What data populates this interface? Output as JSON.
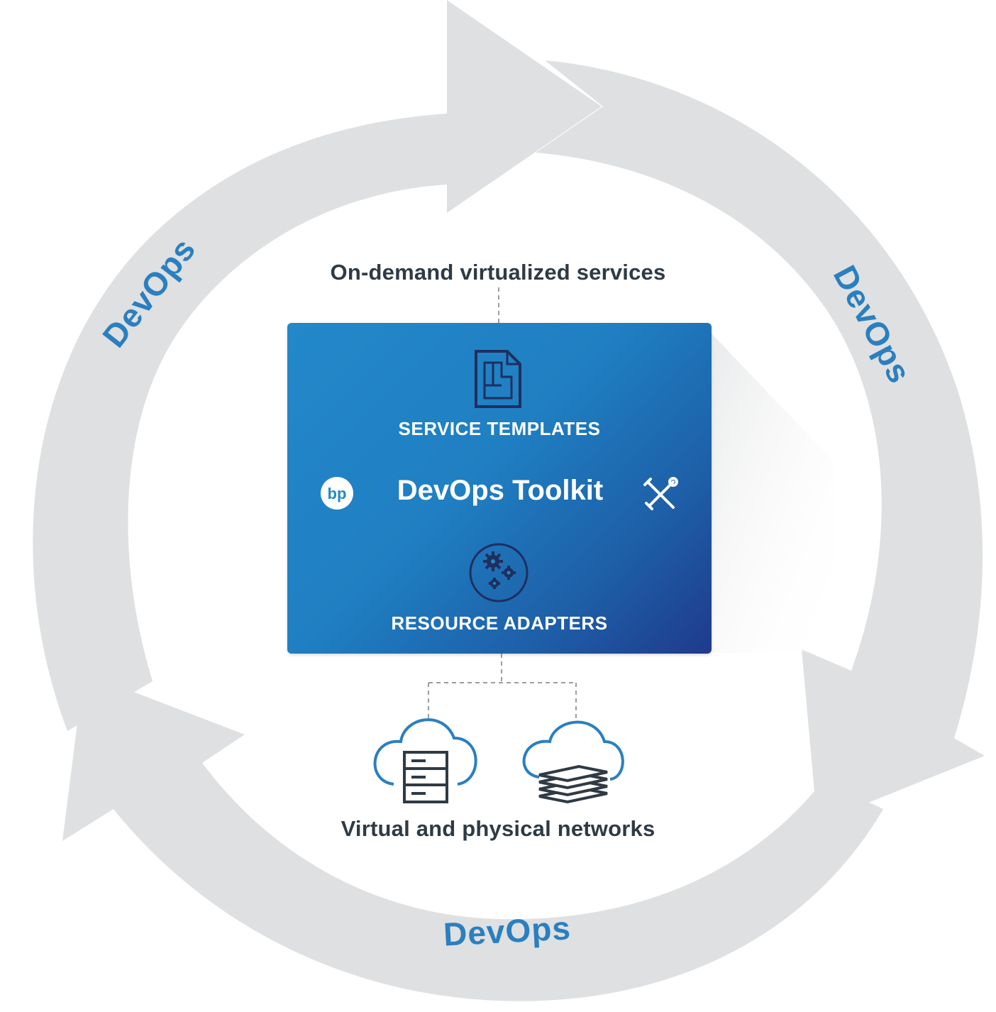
{
  "top_label": "On-demand virtualized services",
  "bottom_label": "Virtual and physical networks",
  "cycle": {
    "labels": [
      "DevOps",
      "DevOps",
      "DevOps"
    ],
    "arrow_color": "#dfe0e1",
    "label_color": "#2a7fc0"
  },
  "card": {
    "service_label": "SERVICE TEMPLATES",
    "title": "DevOps Toolkit",
    "resource_label": "RESOURCE ADAPTERS",
    "logo_text": "bp",
    "colors": [
      "#2388c9",
      "#1f3a8c"
    ]
  },
  "icons": {
    "service": "document-template-icon",
    "tools": "tools-icon",
    "gears": "gears-icon",
    "cloud_servers": "cloud-server-icon",
    "cloud_layers": "cloud-layers-icon"
  }
}
